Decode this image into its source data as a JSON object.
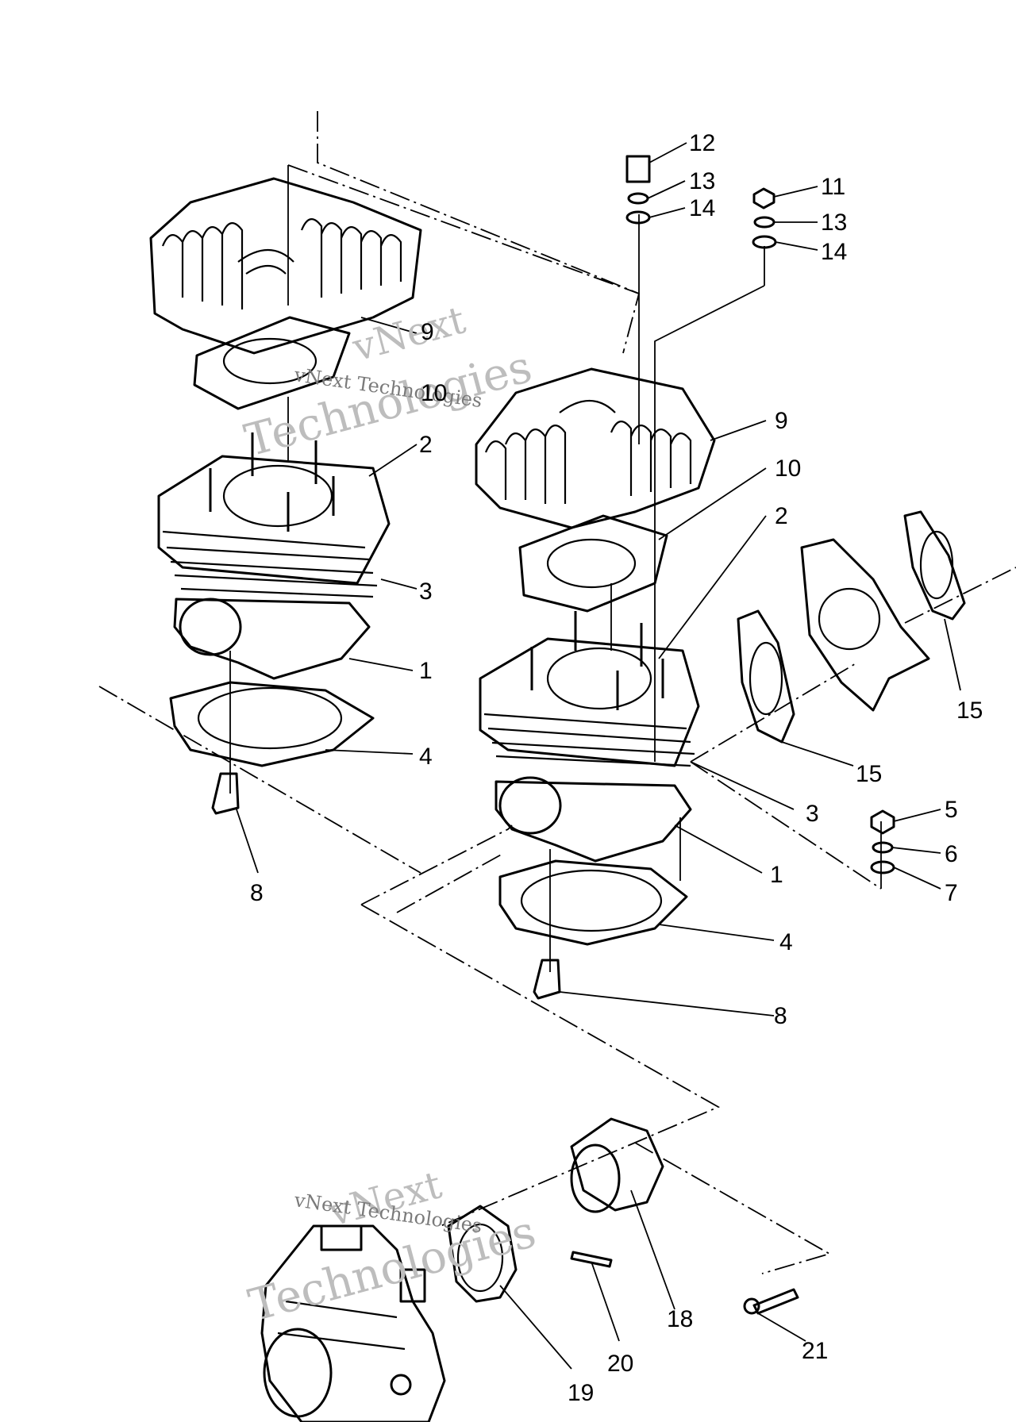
{
  "callouts": [
    {
      "id": "p12",
      "label": "12"
    },
    {
      "id": "p13a",
      "label": "13"
    },
    {
      "id": "p14a",
      "label": "14"
    },
    {
      "id": "p11",
      "label": "11"
    },
    {
      "id": "p13b",
      "label": "13"
    },
    {
      "id": "p14b",
      "label": "14"
    },
    {
      "id": "p9a",
      "label": "9"
    },
    {
      "id": "p10a",
      "label": "10"
    },
    {
      "id": "p9b",
      "label": "9"
    },
    {
      "id": "p10b",
      "label": "10"
    },
    {
      "id": "p2a",
      "label": "2"
    },
    {
      "id": "p2b",
      "label": "2"
    },
    {
      "id": "p3a",
      "label": "3"
    },
    {
      "id": "p1a",
      "label": "1"
    },
    {
      "id": "p4a",
      "label": "4"
    },
    {
      "id": "p8a",
      "label": "8"
    },
    {
      "id": "p15a",
      "label": "15"
    },
    {
      "id": "p15b",
      "label": "15"
    },
    {
      "id": "p3b",
      "label": "3"
    },
    {
      "id": "p1b",
      "label": "1"
    },
    {
      "id": "p5",
      "label": "5"
    },
    {
      "id": "p6",
      "label": "6"
    },
    {
      "id": "p7",
      "label": "7"
    },
    {
      "id": "p4b",
      "label": "4"
    },
    {
      "id": "p8b",
      "label": "8"
    },
    {
      "id": "p18",
      "label": "18"
    },
    {
      "id": "p21",
      "label": "21"
    },
    {
      "id": "p20",
      "label": "20"
    },
    {
      "id": "p19",
      "label": "19"
    }
  ],
  "watermark": {
    "line1": "vNext",
    "line2": "Technologies",
    "caption": "vNext Technologies"
  }
}
